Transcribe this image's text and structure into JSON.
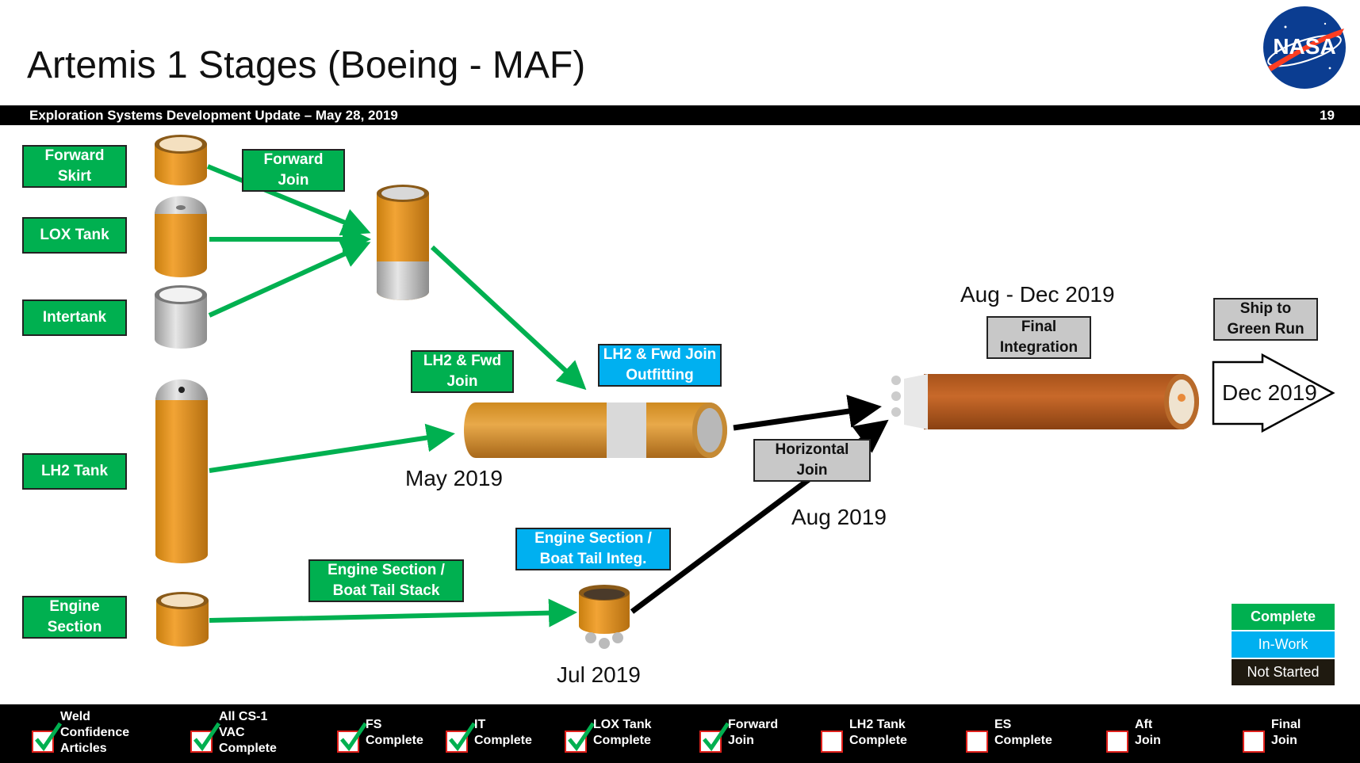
{
  "header": {
    "title": "Artemis 1 Stages (Boeing - MAF)",
    "subtitle": "Exploration Systems Development Update – May 28, 2019",
    "page_number": "19",
    "logo_text": "NASA"
  },
  "stages": {
    "forward_skirt": "Forward Skirt",
    "lox_tank": "LOX Tank",
    "intertank": "Intertank",
    "lh2_tank": "LH2 Tank",
    "engine_section": "Engine Section"
  },
  "steps": {
    "forward_join": "Forward Join",
    "lh2_fwd_join": "LH2 & Fwd Join",
    "lh2_fwd_join_outfitting": "LH2 & Fwd Join Outfitting",
    "engine_boat_tail_stack": "Engine Section / Boat Tail Stack",
    "engine_boat_tail_integ": "Engine Section / Boat Tail Integ.",
    "horizontal_join": "Horizontal Join",
    "final_integration": "Final Integration",
    "ship_to_green_run": "Ship to Green Run"
  },
  "dates": {
    "may": "May 2019",
    "jul": "Jul 2019",
    "aug": "Aug 2019",
    "aug_dec": "Aug - Dec 2019",
    "dec": "Dec 2019"
  },
  "legend": {
    "complete": "Complete",
    "in_work": "In-Work",
    "not_started": "Not Started"
  },
  "colors": {
    "complete": "#00b050",
    "in_work": "#00b0f0",
    "not_started": "#1f1a10",
    "pending_step": "#c8c8c8",
    "checkmark": "#00b050",
    "checkbox_border": "#e0201b"
  },
  "milestones": [
    {
      "lines": [
        "Weld",
        "Confidence",
        "Articles"
      ],
      "done": true
    },
    {
      "lines": [
        "All CS-1",
        "VAC",
        "Complete"
      ],
      "done": true
    },
    {
      "lines": [
        "FS",
        "Complete"
      ],
      "done": true
    },
    {
      "lines": [
        "IT",
        "Complete"
      ],
      "done": true
    },
    {
      "lines": [
        "LOX Tank",
        "Complete"
      ],
      "done": true
    },
    {
      "lines": [
        "Forward",
        "Join"
      ],
      "done": true
    },
    {
      "lines": [
        "LH2 Tank",
        "Complete"
      ],
      "done": false
    },
    {
      "lines": [
        "ES",
        "Complete"
      ],
      "done": false
    },
    {
      "lines": [
        "Aft",
        "Join"
      ],
      "done": false
    },
    {
      "lines": [
        "Final",
        "Join"
      ],
      "done": false
    }
  ]
}
